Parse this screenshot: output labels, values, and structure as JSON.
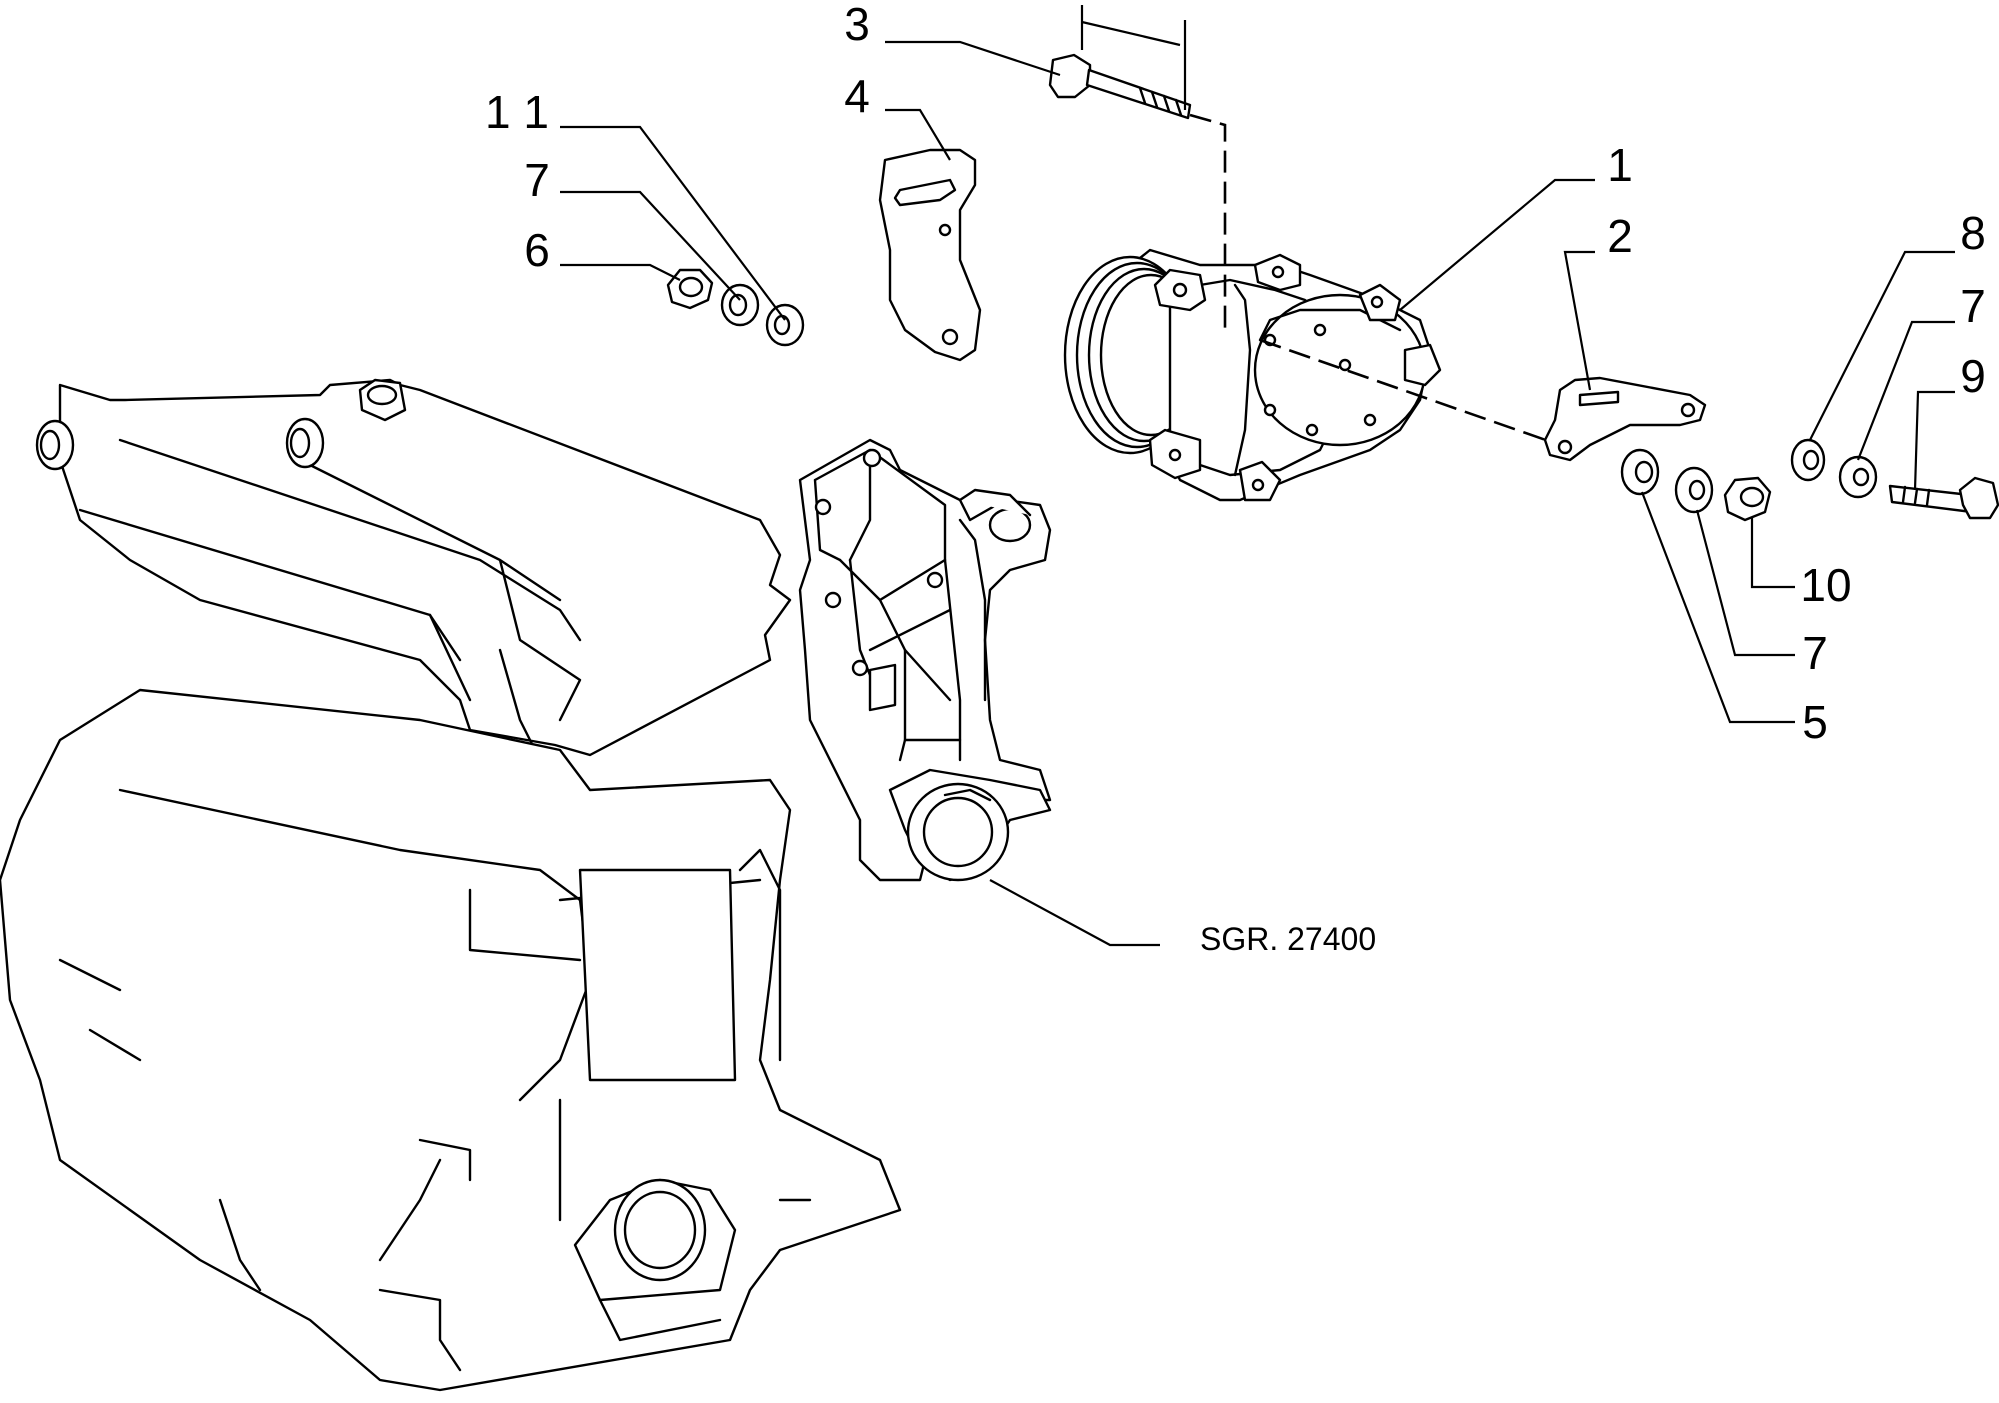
{
  "diagram": {
    "callouts": [
      "3",
      "4",
      "1 1",
      "7",
      "6",
      "1",
      "2",
      "8",
      "7",
      "9",
      "10",
      "7",
      "5"
    ],
    "reference": "SGR. 27400"
  }
}
